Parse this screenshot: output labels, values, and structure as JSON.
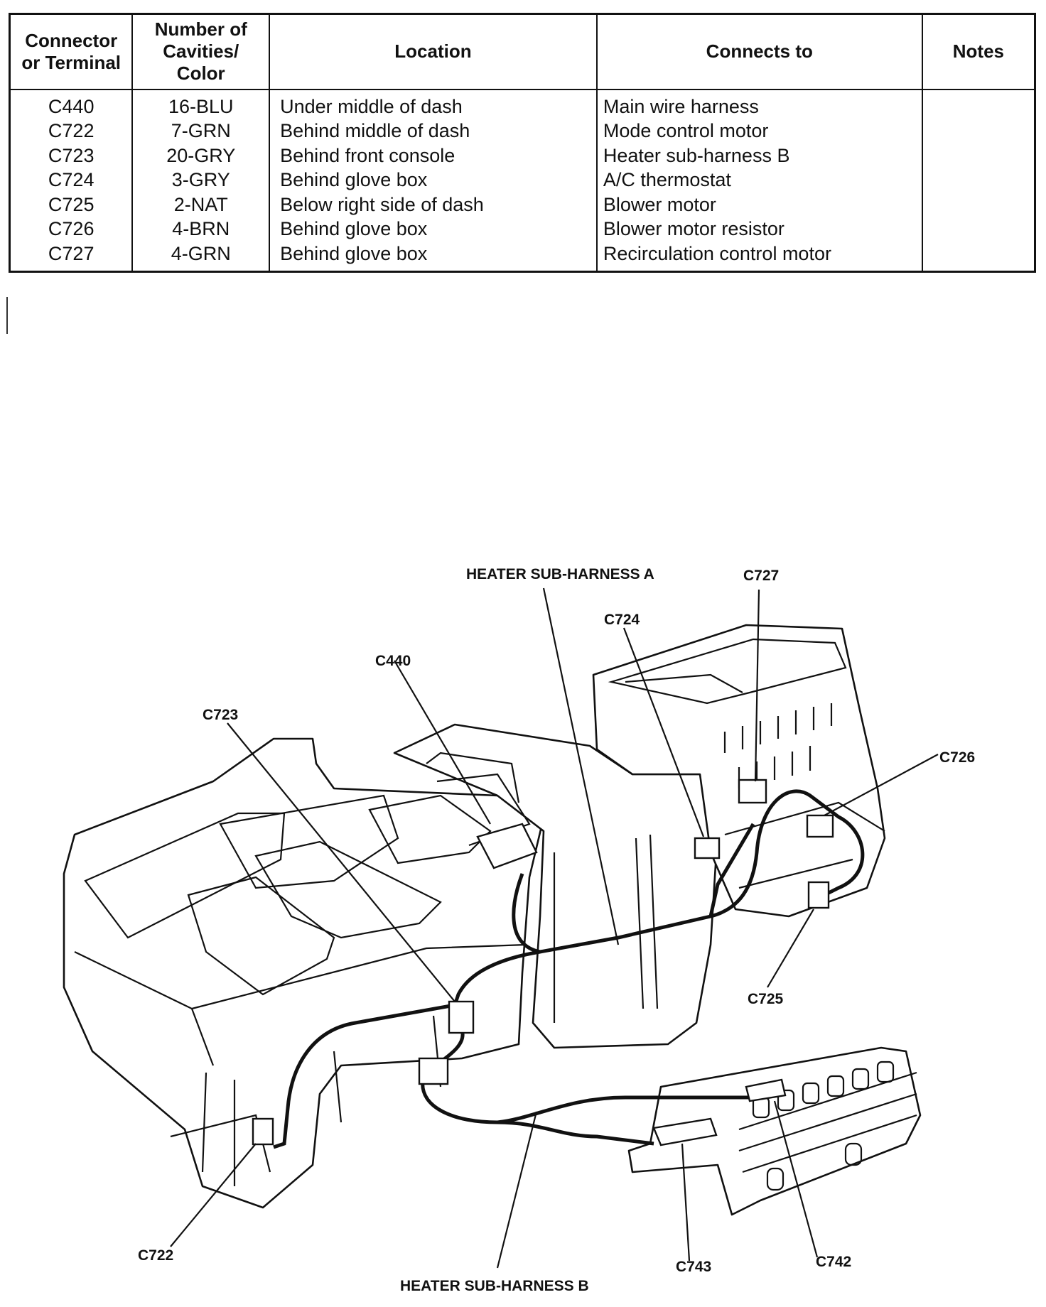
{
  "table": {
    "headers": [
      "Connector or Terminal",
      "Number of Cavities/ Color",
      "Location",
      "Connects to",
      "Notes"
    ],
    "rows": [
      [
        "C440",
        "16-BLU",
        "Under middle of dash",
        "Main wire harness",
        ""
      ],
      [
        "C722",
        "7-GRN",
        "Behind middle of dash",
        "Mode control motor",
        ""
      ],
      [
        "C723",
        "20-GRY",
        "Behind front console",
        "Heater sub-harness B",
        ""
      ],
      [
        "C724",
        "3-GRY",
        "Behind glove box",
        "A/C thermostat",
        ""
      ],
      [
        "C725",
        "2-NAT",
        "Below right side of dash",
        "Blower motor",
        ""
      ],
      [
        "C726",
        "4-BRN",
        "Behind glove box",
        "Blower motor resistor",
        ""
      ],
      [
        "C727",
        "4-GRN",
        "Behind glove box",
        "Recirculation control motor",
        ""
      ]
    ]
  },
  "diagram": {
    "labels": {
      "harness_a": "HEATER SUB-HARNESS A",
      "harness_b": "HEATER SUB-HARNESS B",
      "c440": "C440",
      "c722": "C722",
      "c723": "C723",
      "c724": "C724",
      "c725": "C725",
      "c726": "C726",
      "c727": "C727",
      "c742": "C742",
      "c743": "C743"
    }
  }
}
